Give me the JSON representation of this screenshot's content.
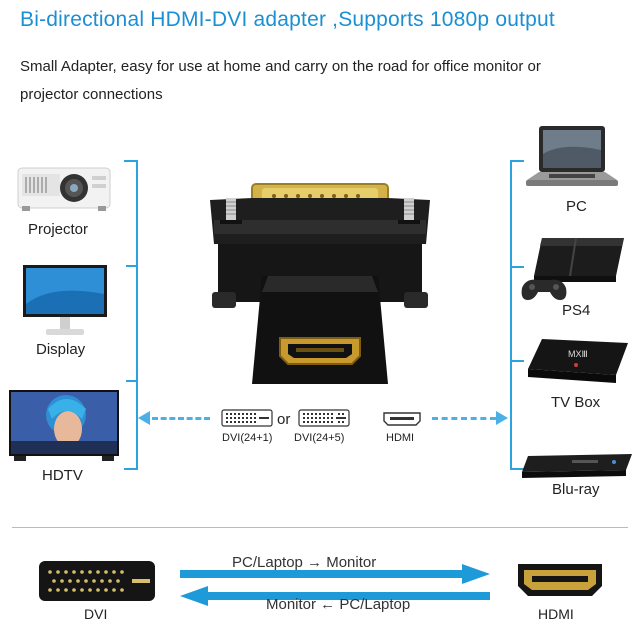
{
  "header": {
    "title": "Bi-directional HDMI-DVI adapter ,Supports 1080p output",
    "desc_line1": "Small Adapter, easy for use at home and carry on the road for office monitor or",
    "desc_line2": "projector connections"
  },
  "left_devices": {
    "projector": "Projector",
    "display": "Display",
    "hdtv": "HDTV"
  },
  "right_devices": {
    "pc": "PC",
    "ps4": "PS4",
    "tvbox": "TV Box",
    "bluray": "Blu-ray"
  },
  "connectors": {
    "dvi_24_1": "DVI(24+1)",
    "or": "or",
    "dvi_24_5": "DVI(24+5)",
    "hdmi": "HDMI"
  },
  "bottom": {
    "dvi_label": "DVI",
    "hdmi_label": "HDMI",
    "forward": "PC/Laptop → Monitor",
    "reverse": "Monitor ← PC/Laptop"
  },
  "colors": {
    "accent": "#1b8fd3",
    "bracket": "#2aa3de",
    "arrow": "#1f9ad9"
  }
}
